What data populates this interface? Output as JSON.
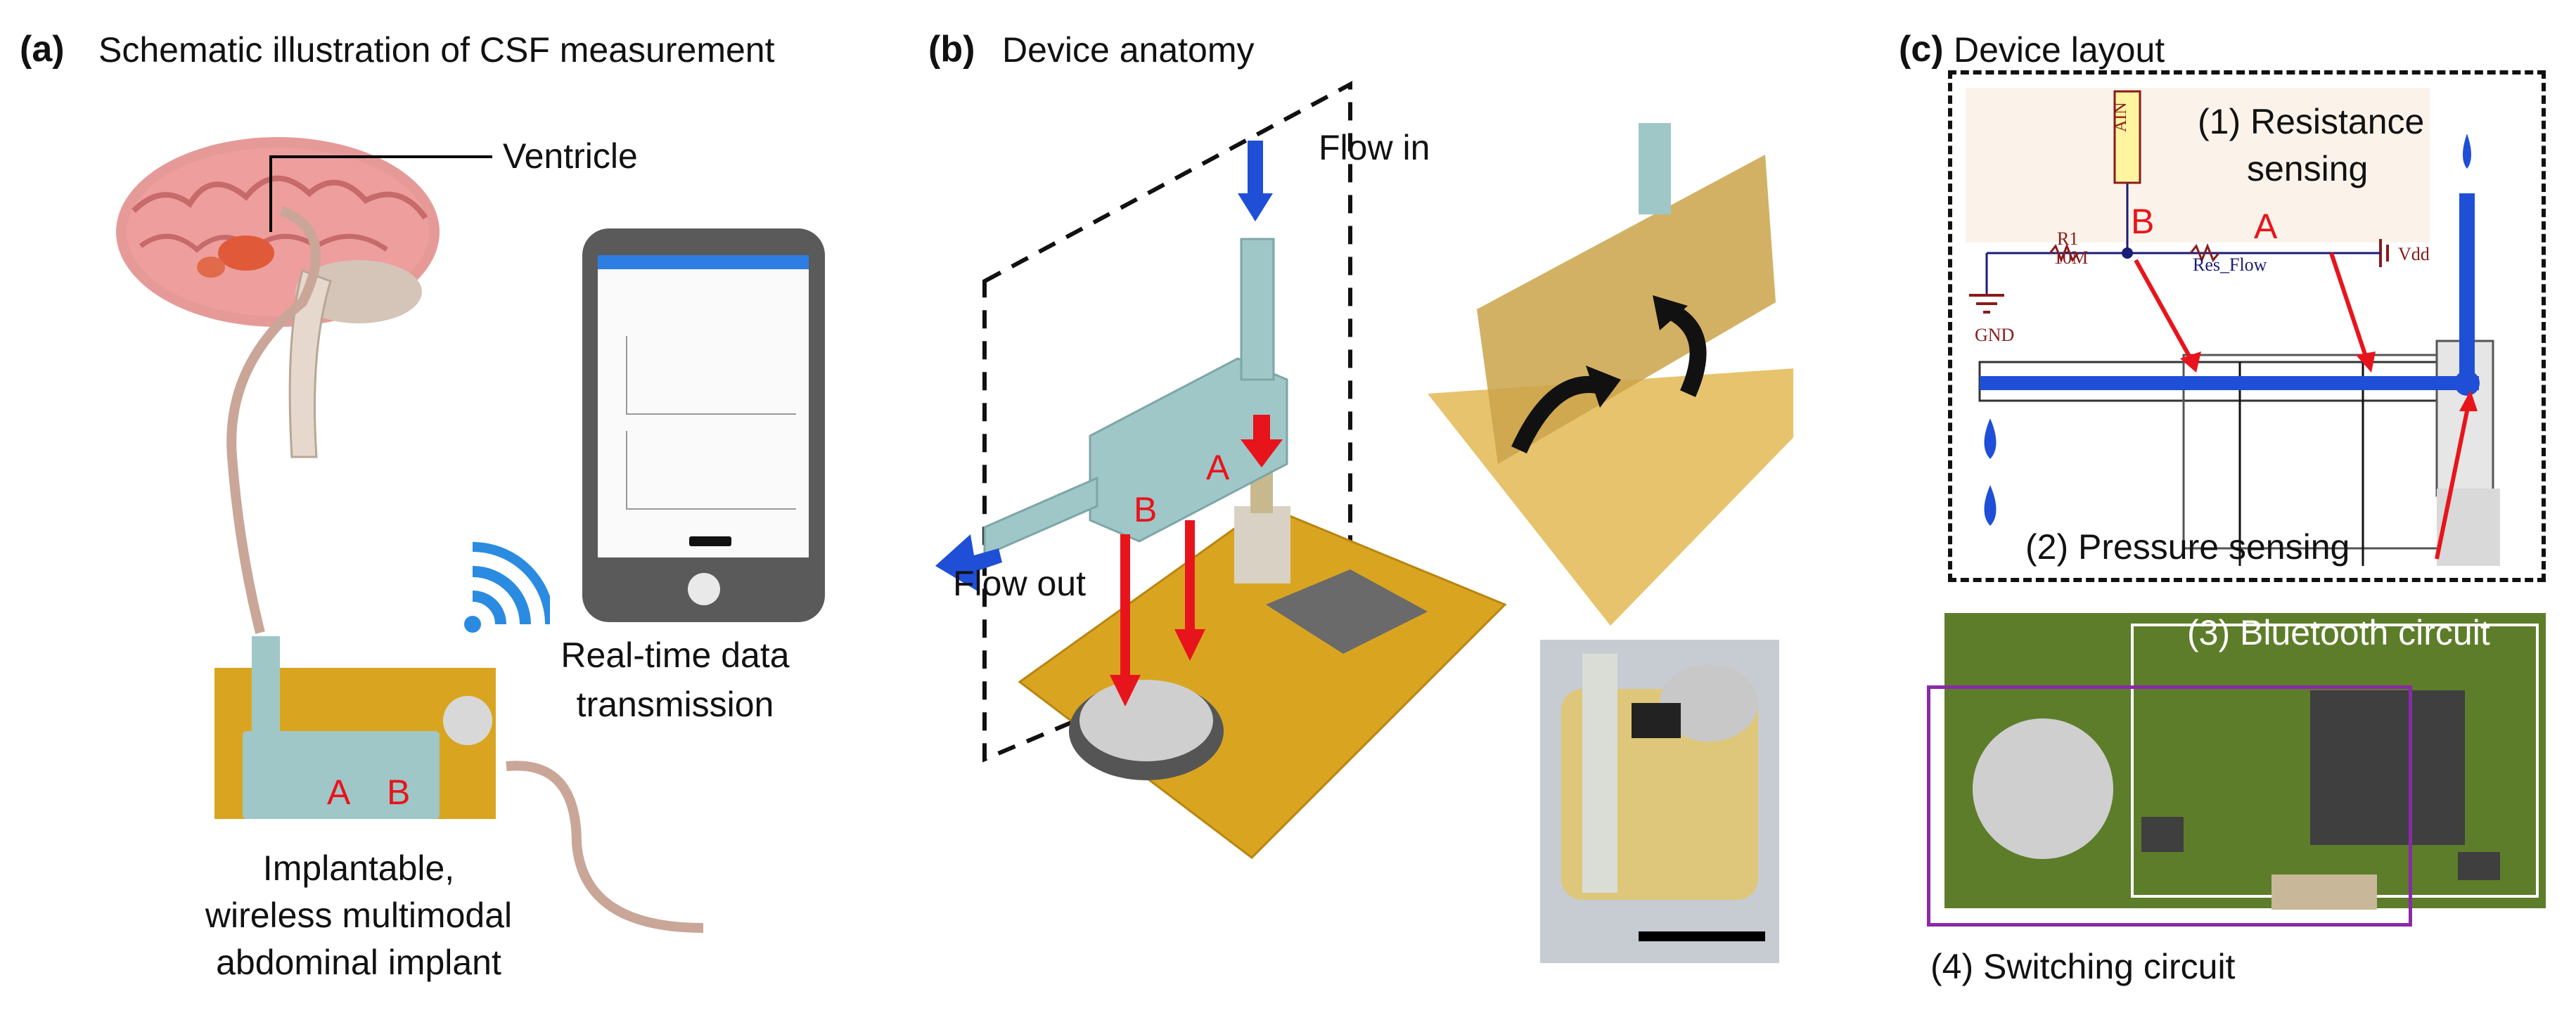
{
  "panel_a": {
    "letter": "(a)",
    "title": "Schematic illustration of CSF measurement",
    "ventricle_label": "Ventricle",
    "transmission_label_line1": "Real-time data",
    "transmission_label_line2": "transmission",
    "implant_label_line1": "Implantable,",
    "implant_label_line2": "wireless multimodal",
    "implant_label_line3": "abdominal implant",
    "marker_a": "A",
    "marker_b": "B"
  },
  "panel_b": {
    "letter": "(b)",
    "title": "Device anatomy",
    "flow_in": "Flow in",
    "flow_out": "Flow out",
    "marker_a": "A",
    "marker_b": "B"
  },
  "panel_c": {
    "letter": "(c)",
    "title": "Device layout",
    "resistance_line1": "(1) Resistance",
    "resistance_line2": "sensing",
    "pressure": "(2) Pressure sensing",
    "bluetooth": "(3) Bluetooth circuit",
    "switching": "(4) Switching circuit",
    "marker_a": "A",
    "marker_b": "B",
    "schematic": {
      "ain": "AIN",
      "r1": "R1",
      "r1_value": "10M",
      "res_flow": "Res_Flow",
      "vdd": "Vdd",
      "gnd": "GND"
    }
  },
  "colors": {
    "accent_red": "#e8141c",
    "flow_blue": "#1f4fd6",
    "pcb_gold": "#d9a520",
    "pcb_green": "#5d7d2a",
    "housing_teal": "#9fc7c7",
    "wifi_blue": "#2a8be0",
    "purple_outline": "#8a2aa8"
  }
}
